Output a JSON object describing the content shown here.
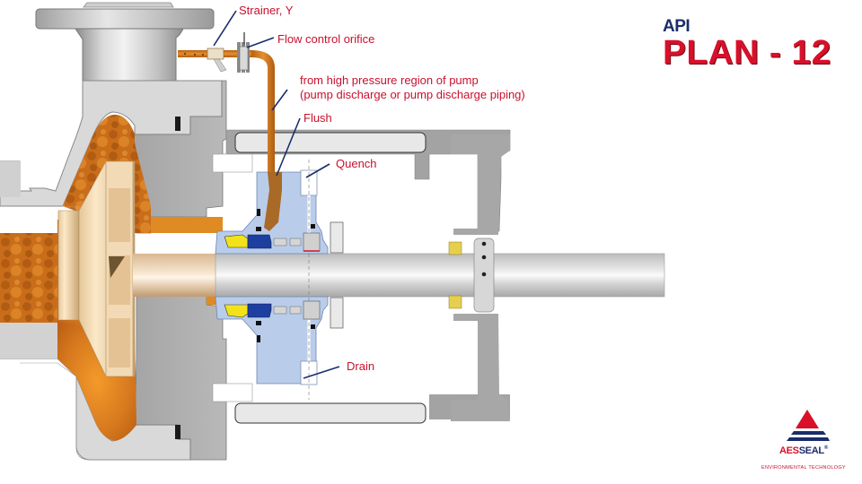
{
  "title": {
    "prefix": "API",
    "main": "PLAN - 12"
  },
  "callouts": {
    "strainer": "Strainer, Y",
    "orifice": "Flow control orifice",
    "source_line1": "from high pressure region of pump",
    "source_line2": "(pump discharge or pump discharge piping)",
    "flush": "Flush",
    "quench": "Quench",
    "drain": "Drain"
  },
  "logo": {
    "brand_part1": "AES",
    "brand_part2": "SEAL",
    "registered": "®",
    "tagline": "ENVIRONMENTAL TECHNOLOGY"
  },
  "colors": {
    "label_red": "#c8102e",
    "title_red": "#d8102a",
    "title_navy": "#1a2d6b",
    "leader_line": "#1a2d6b",
    "process_fluid": "#d9801f",
    "casing_light": "#d6d6d6",
    "casing_dark": "#a8a8a8",
    "gland_blue": "#b7cbe8",
    "seal_face_yellow": "#f2e21a",
    "seal_ring_blue": "#1d3fa0"
  }
}
